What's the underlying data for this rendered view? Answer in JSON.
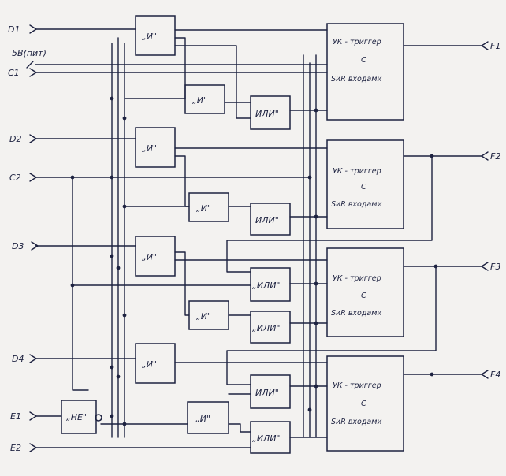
{
  "inputs": {
    "d1": "D1",
    "pwr": "5В(пит)",
    "c1": "C1",
    "d2": "D2",
    "c2": "C2",
    "d3": "D3",
    "d4": "D4",
    "e1": "E1",
    "e2": "E2"
  },
  "outputs": {
    "f1": "F1",
    "f2": "F2",
    "f3": "F3",
    "f4": "F4"
  },
  "gates": {
    "and": "„И\"",
    "or": "ИЛИ\"",
    "or_q": "„ИЛИ\"",
    "not": "„НЕ\""
  },
  "triggers": {
    "line1": "УК - триггер",
    "line2": "С",
    "line3": "SиR входами"
  },
  "colors": {
    "ink": "#1d2240",
    "paper": "#f3f2f0"
  }
}
